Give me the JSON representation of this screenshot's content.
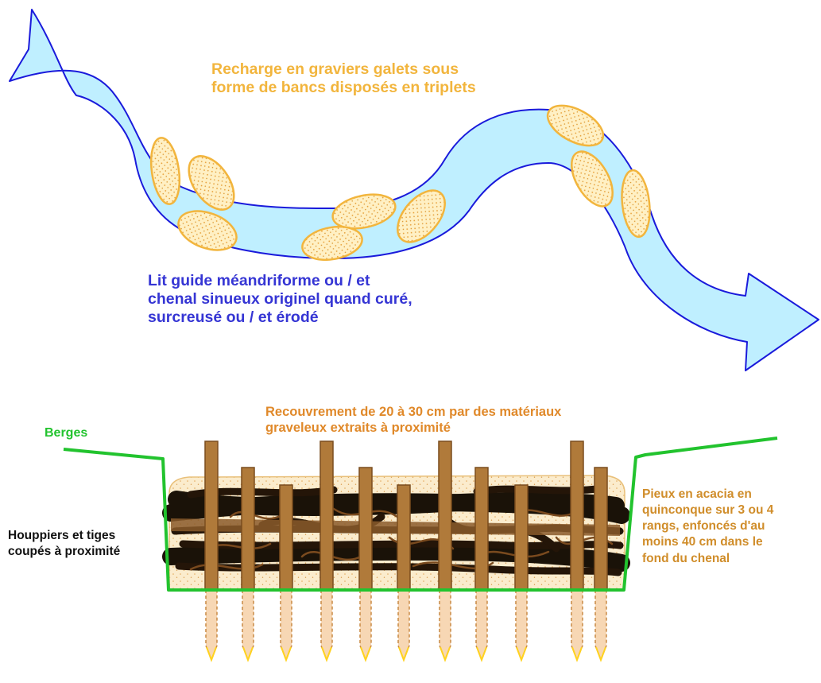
{
  "colors": {
    "river_fill": "#bfefff",
    "river_stroke": "#1a1adb",
    "gravel_fill": "#fff0c4",
    "gravel_stroke": "#f2b53d",
    "bank_green": "#22c32e",
    "wood": "#b07a3a",
    "wood_dark": "#7a4d1e",
    "branches": "#1a1208",
    "text_orange": "#f2b53d",
    "text_orange_dark": "#e0892a",
    "text_blue": "#3535d4",
    "text_green": "#22c32e",
    "text_black": "#111111",
    "text_brown": "#d08d2a",
    "stake_below_fill": "#f7d7b4"
  },
  "labels": {
    "recharge": [
      "Recharge en graviers galets sous",
      "forme de bancs disposés en triplets"
    ],
    "lit_guide": [
      "Lit guide méandriforme ou / et",
      "chenal sinueux originel quand curé,",
      "surcreusé ou / et érodé"
    ],
    "recouvrement": [
      "Recouvrement de 20 à 30 cm par des matériaux",
      "graveleux extraits à proximité"
    ],
    "berges": "Berges",
    "houppiers": [
      "Houppiers et tiges",
      "coupés à proximité"
    ],
    "pieux": [
      "Pieux en acacia  en",
      "quinconque sur 3 ou 4",
      "rangs, enfoncés d'au",
      "moins 40 cm dans le",
      "fond du chenal"
    ]
  },
  "icons": {
    "river": "meandering-river-arrow",
    "gravel_bar": "gravel-bar-ellipse",
    "stake": "acacia-stake",
    "fill": "gravel-fill-layer",
    "branches": "brush-bundle",
    "channel": "channel-cross-section"
  }
}
